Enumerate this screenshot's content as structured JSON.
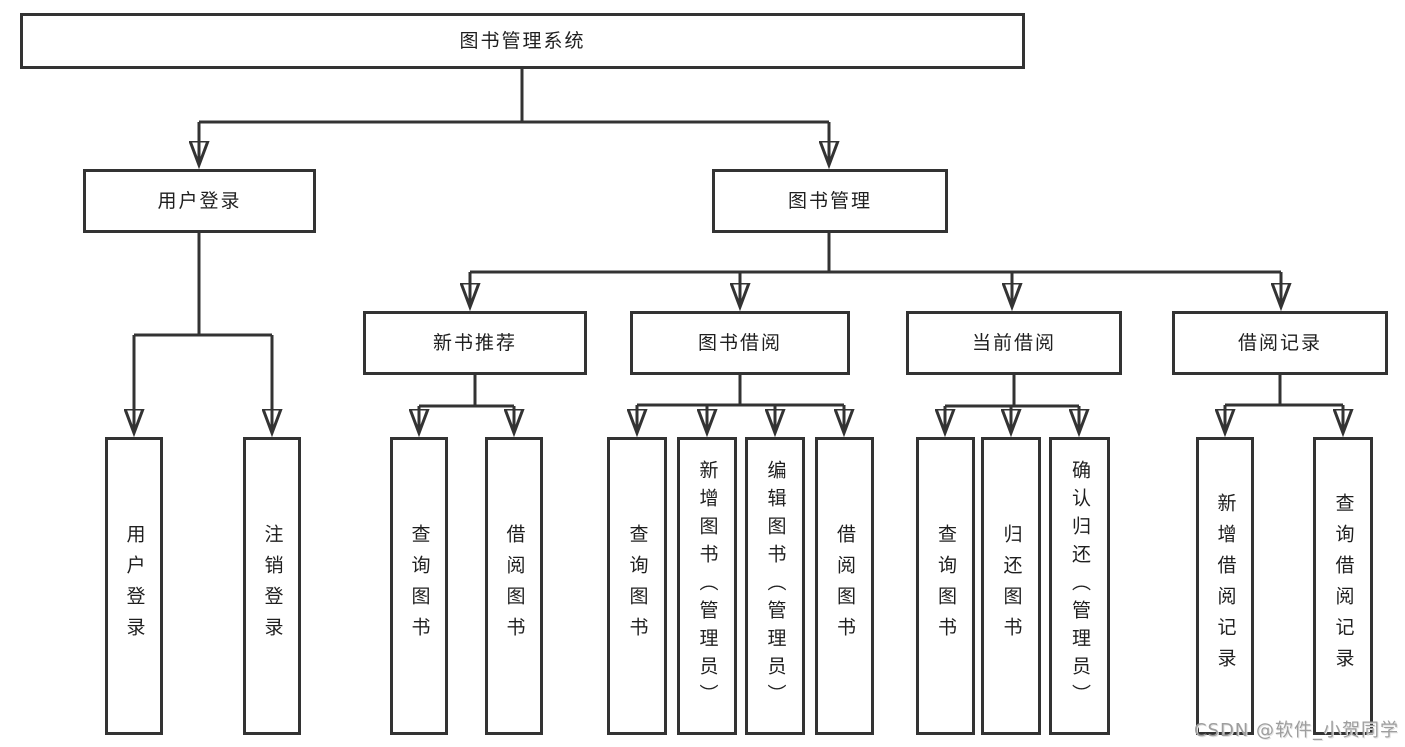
{
  "tree": {
    "root": {
      "label": "图书管理系统",
      "children": [
        {
          "label": "用户登录",
          "children": [
            {
              "label": "用户登录"
            },
            {
              "label": "注销登录"
            }
          ]
        },
        {
          "label": "图书管理",
          "children": [
            {
              "label": "新书推荐",
              "children": [
                {
                  "label": "查询图书"
                },
                {
                  "label": "借阅图书"
                }
              ]
            },
            {
              "label": "图书借阅",
              "children": [
                {
                  "label": "查询图书"
                },
                {
                  "label": "新增图书（管理员）"
                },
                {
                  "label": "编辑图书（管理员）"
                },
                {
                  "label": "借阅图书"
                }
              ]
            },
            {
              "label": "当前借阅",
              "children": [
                {
                  "label": "查询图书"
                },
                {
                  "label": "归还图书"
                },
                {
                  "label": "确认归还（管理员）"
                }
              ]
            },
            {
              "label": "借阅记录",
              "children": [
                {
                  "label": "新增借阅记录"
                },
                {
                  "label": "查询借阅记录"
                }
              ]
            }
          ]
        }
      ]
    }
  },
  "watermark": {
    "text": "CSDN @软件_小贺同学"
  },
  "colors": {
    "line": "#333333",
    "text": "#1f1f1f",
    "box_bg": "#ffffff",
    "watermark": "#9e9e9e"
  }
}
